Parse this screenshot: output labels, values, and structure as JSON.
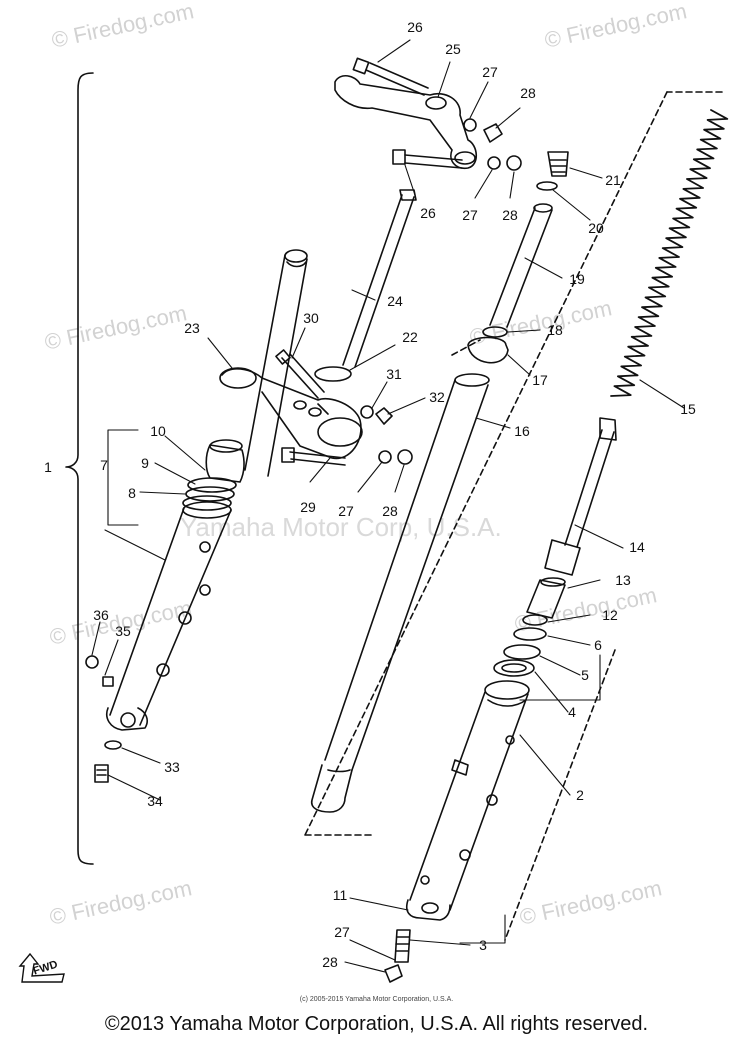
{
  "callouts": [
    "1",
    "2",
    "3",
    "4",
    "5",
    "6",
    "7",
    "8",
    "9",
    "10",
    "11",
    "12",
    "13",
    "14",
    "15",
    "16",
    "17",
    "18",
    "19",
    "20",
    "21",
    "22",
    "23",
    "24",
    "25",
    "26",
    "26",
    "27",
    "27",
    "27",
    "27",
    "28",
    "28",
    "28",
    "28",
    "29",
    "30",
    "31",
    "32",
    "33",
    "34",
    "35",
    "36"
  ],
  "watermarks": {
    "site": "© Firedog.com",
    "center": "Yamaha Motor Corp, U.S.A."
  },
  "fwd_label": "FWD",
  "footer": {
    "small": "(c) 2005-2015 Yamaha Motor Corporation, U.S.A.",
    "main": "©2013 Yamaha Motor Corporation, U.S.A. All rights reserved."
  }
}
